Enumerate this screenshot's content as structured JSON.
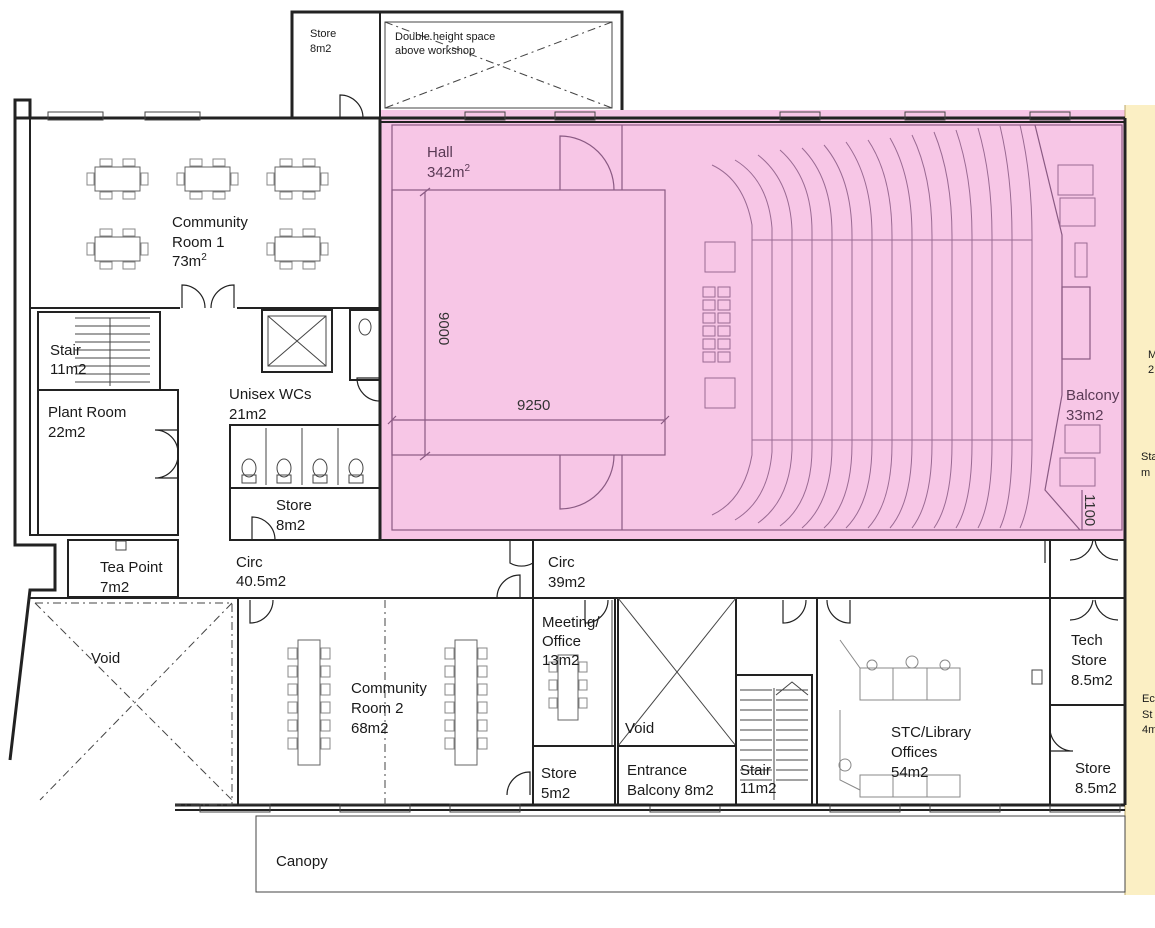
{
  "colors": {
    "hall_fill": "#f7c6e6",
    "adjacent_fill": "#fbefc4",
    "wall": "#222222"
  },
  "rooms": {
    "store_top": {
      "name": "Store",
      "area": "8m2"
    },
    "double_height": {
      "line1": "Double height space",
      "line2": "above workshop"
    },
    "hall": {
      "name": "Hall",
      "area": "342m",
      "area_sup": "2"
    },
    "community_room_1": {
      "line1": "Community",
      "line2": "Room 1",
      "area": "73m",
      "area_sup": "2"
    },
    "stair_left": {
      "name": "Stair",
      "area": "11m2"
    },
    "unisex_wcs": {
      "name": "Unisex WCs",
      "area": "21m2"
    },
    "plant_room": {
      "name": "Plant Room",
      "area": "22m2"
    },
    "store_wc": {
      "name": "Store",
      "area": "8m2"
    },
    "tea_point": {
      "name": "Tea Point",
      "area": "7m2"
    },
    "circ_left": {
      "name": "Circ",
      "area": "40.5m2"
    },
    "circ_right": {
      "name": "Circ",
      "area": "39m2"
    },
    "void_left": {
      "name": "Void"
    },
    "community_room_2": {
      "line1": "Community",
      "line2": "Room 2",
      "area": "68m2"
    },
    "meeting_office": {
      "line1": "Meeting/",
      "line2": "Office",
      "area": "13m2"
    },
    "void_center": {
      "name": "Void"
    },
    "store_small": {
      "name": "Store",
      "area": "5m2"
    },
    "entrance_balcony": {
      "line1": "Entrance",
      "line2": "Balcony 8m2"
    },
    "stair_center": {
      "name": "Stair",
      "area": "11m2"
    },
    "stc_library": {
      "line1": "STC/Library",
      "line2": "Offices",
      "area": "54m2"
    },
    "tech_store": {
      "line1": "Tech",
      "line2": "Store",
      "area": "8.5m2"
    },
    "store_right": {
      "name": "Store",
      "area": "8.5m2"
    },
    "balcony": {
      "name": "Balcony",
      "area": "33m2"
    },
    "canopy": {
      "name": "Canopy"
    }
  },
  "dimensions": {
    "stage_width": "9250",
    "stage_depth": "9000",
    "balcony_depth": "1100"
  },
  "edge_fragments": {
    "f1": "M",
    "f2": "2",
    "f3": "Sta",
    "f4": "m",
    "f5": "Ec",
    "f6": "St",
    "f7": "4m"
  }
}
